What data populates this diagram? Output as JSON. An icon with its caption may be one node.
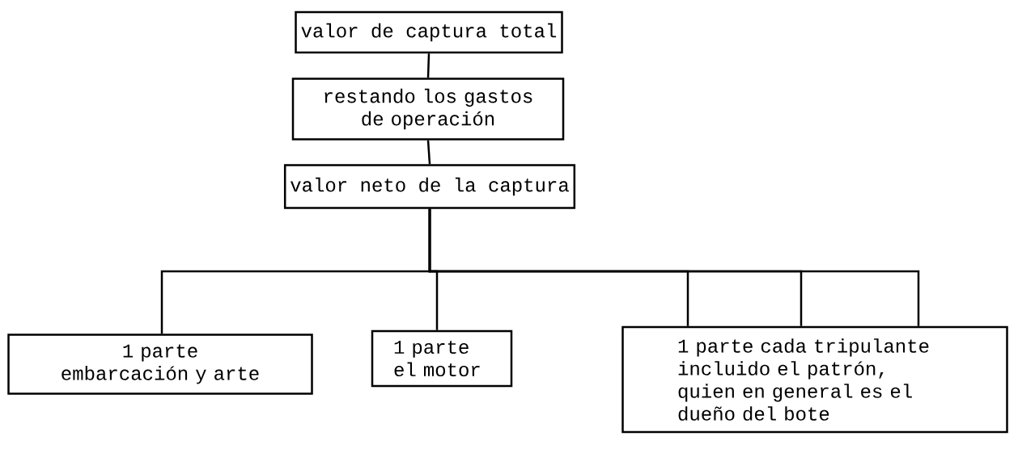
{
  "diagram": {
    "nodes": [
      {
        "text": [
          "valor de captura total"
        ]
      },
      {
        "text": [
          "restando los gastos de operación"
        ]
      },
      {
        "text": [
          "valor neto de la captura"
        ]
      },
      {
        "text": [
          "1 parte embarcación y arte"
        ]
      },
      {
        "text": [
          "1 parte el motor"
        ]
      },
      {
        "text": [
          "1 parte cada tripulante incluido el patrón, quien en general es el dueño del bote"
        ]
      }
    ],
    "edges": [
      {
        "from": 0,
        "to": 1,
        "arrow": "none"
      },
      {
        "from": 1,
        "to": 2,
        "arrow": "none"
      },
      {
        "from": 2,
        "to": 3,
        "arrow": "none"
      },
      {
        "from": 2,
        "to": 4,
        "arrow": "none"
      },
      {
        "from": 2,
        "to": 5,
        "arrow": "none"
      },
      {
        "from": 2,
        "to": 5,
        "arrow": "none"
      },
      {
        "from": 2,
        "to": 5,
        "arrow": "none"
      }
    ]
  }
}
